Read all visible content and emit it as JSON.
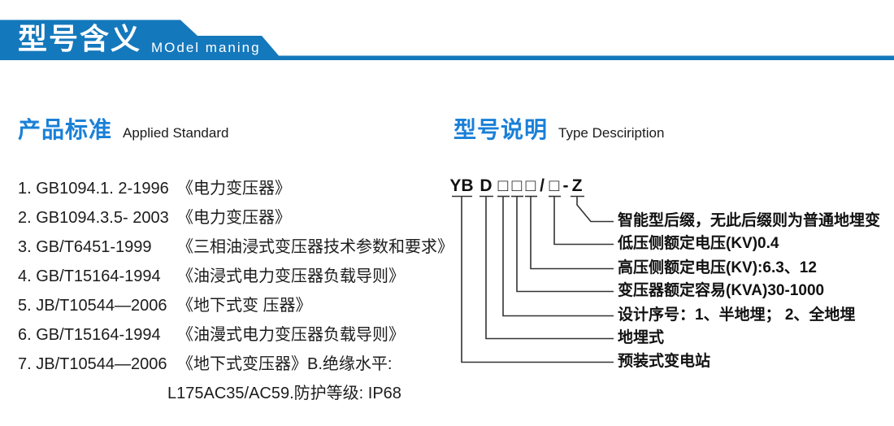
{
  "banner": {
    "title": "型号含义",
    "subtitle": "MOdel maning"
  },
  "colors": {
    "banner_blue": "#1478bc",
    "heading_blue": "#1a80d8"
  },
  "standards": {
    "heading_zh": "产品标准",
    "heading_en": "Applied Standard",
    "items": [
      {
        "code": "1. GB1094.1. 2-1996",
        "title": "《电力变压器》"
      },
      {
        "code": "2. GB1094.3.5- 2003",
        "title": "《电力变压器》"
      },
      {
        "code": "3. GB/T6451-1999",
        "title": "《三相油浸式变压器技术参数和要求》"
      },
      {
        "code": "4. GB/T15164-1994",
        "title": "《油浸式电力变压器负载导则》"
      },
      {
        "code": "5. JB/T10544—2006",
        "title": "《地下式变 压器》"
      },
      {
        "code": "6. GB/T15164-1994",
        "title": "《油漫式电力变压器负载导则》"
      },
      {
        "code": "7. JB/T10544—2006",
        "title": "《地下式变压器》B.绝缘水平:"
      }
    ],
    "continuation": "L175AC35/AC59.防护等级: IP68"
  },
  "model": {
    "heading_zh": "型号说明",
    "heading_en": "Type Desciription",
    "code_segments": [
      {
        "text": "YB"
      },
      {
        "text": "D"
      },
      {
        "text": "□"
      },
      {
        "text": "□"
      },
      {
        "text": "□"
      },
      {
        "text": "/"
      },
      {
        "text": "□"
      },
      {
        "text": "-"
      },
      {
        "text": "Z"
      }
    ],
    "labels": [
      {
        "text": "智能型后缀，无此后缀则为普通地埋变"
      },
      {
        "text": "低压侧额定电压(KV)0.4"
      },
      {
        "text": "高压侧额定电压(KV):6.3、12"
      },
      {
        "text": "变压器额定容易(KVA)30-1000"
      },
      {
        "text": "设计序号：1、半地埋； 2、全地埋"
      },
      {
        "text": "地埋式"
      },
      {
        "text": "预装式变电站"
      }
    ]
  }
}
